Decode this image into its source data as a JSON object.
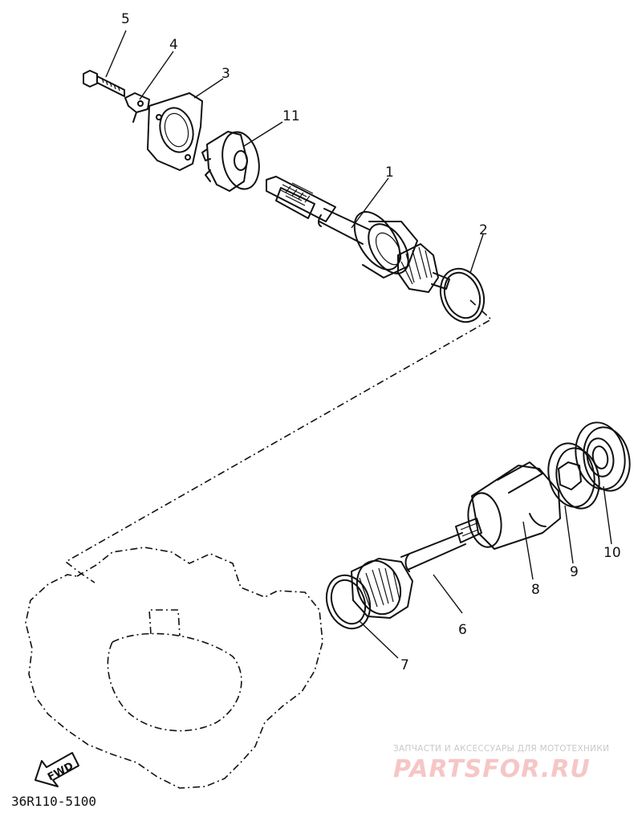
{
  "diagram": {
    "part_labels": [
      {
        "id": "p1",
        "text": "1"
      },
      {
        "id": "p2",
        "text": "2"
      },
      {
        "id": "p3",
        "text": "3"
      },
      {
        "id": "p4",
        "text": "4"
      },
      {
        "id": "p5",
        "text": "5"
      },
      {
        "id": "p6",
        "text": "6"
      },
      {
        "id": "p7",
        "text": "7"
      },
      {
        "id": "p8",
        "text": "8"
      },
      {
        "id": "p9",
        "text": "9"
      },
      {
        "id": "p10",
        "text": "10"
      },
      {
        "id": "p11",
        "text": "11"
      }
    ],
    "fwd_label": "FWD",
    "diagram_code": "36R110-5100"
  },
  "watermark": {
    "tagline": "ЗАПЧАСТИ И АКСЕССУАРЫ ДЛЯ МОТОТЕХНИКИ",
    "brand": "PARTSFOR.RU",
    "color": "#f6c6c6"
  }
}
